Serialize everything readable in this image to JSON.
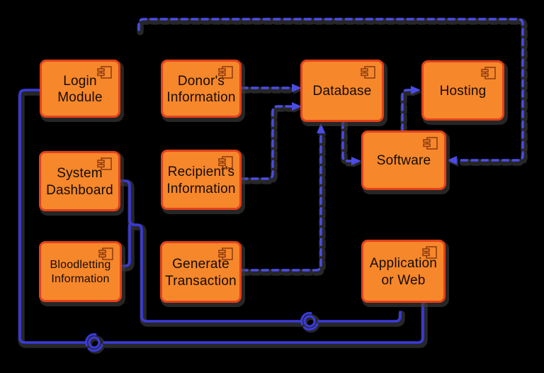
{
  "diagram": {
    "type": "uml-component-diagram",
    "colors": {
      "background": "#000000",
      "box_fill": "#f6872b",
      "box_border": "#e2411a",
      "box_text": "#150d05",
      "solid_connector": "#3a3ada",
      "dashed_connector": "#4b4be6",
      "component_icon_stroke": "#8c3a10",
      "shadow_halo": "#2e2e2e"
    },
    "components": [
      {
        "id": "login-module",
        "label": "Login\nModule"
      },
      {
        "id": "donors-information",
        "label": "Donor's\nInformation"
      },
      {
        "id": "database",
        "label": "Database"
      },
      {
        "id": "hosting",
        "label": "Hosting"
      },
      {
        "id": "system-dashboard",
        "label": "System\nDashboard"
      },
      {
        "id": "recipients-information",
        "label": "Recipient's\nInformation"
      },
      {
        "id": "software",
        "label": "Software"
      },
      {
        "id": "bloodletting-information",
        "label": "Bloodletting\nInformation"
      },
      {
        "id": "generate-transaction",
        "label": "Generate\nTransaction"
      },
      {
        "id": "application-or-web",
        "label": "Application\nor Web"
      }
    ],
    "connectors": [
      {
        "name": "login-to-application-link",
        "style": "solid",
        "from": "Login Module",
        "to": "Application or Web",
        "junction": "ball-and-socket"
      },
      {
        "name": "dashboard-bloodletting-link",
        "style": "solid",
        "from": "System Dashboard + Bloodletting Information",
        "to": "Application or Web",
        "junction": "ball-and-socket"
      },
      {
        "name": "donors-to-database-dependency",
        "style": "dashed",
        "from": "Donor's Information",
        "to": "Database"
      },
      {
        "name": "recipients-to-database-dependency",
        "style": "dashed",
        "from": "Recipient's Information",
        "to": "Database"
      },
      {
        "name": "transaction-to-database-dependency",
        "style": "dashed",
        "from": "Generate Transaction",
        "to": "Database"
      },
      {
        "name": "database-to-software-dependency",
        "style": "dashed",
        "from": "Database",
        "to": "Software"
      },
      {
        "name": "software-to-hosting-dependency",
        "style": "dashed",
        "from": "Software",
        "to": "Hosting"
      },
      {
        "name": "top-loop-to-software-dependency",
        "style": "dashed",
        "from": "top loop line",
        "to": "Software"
      }
    ]
  }
}
